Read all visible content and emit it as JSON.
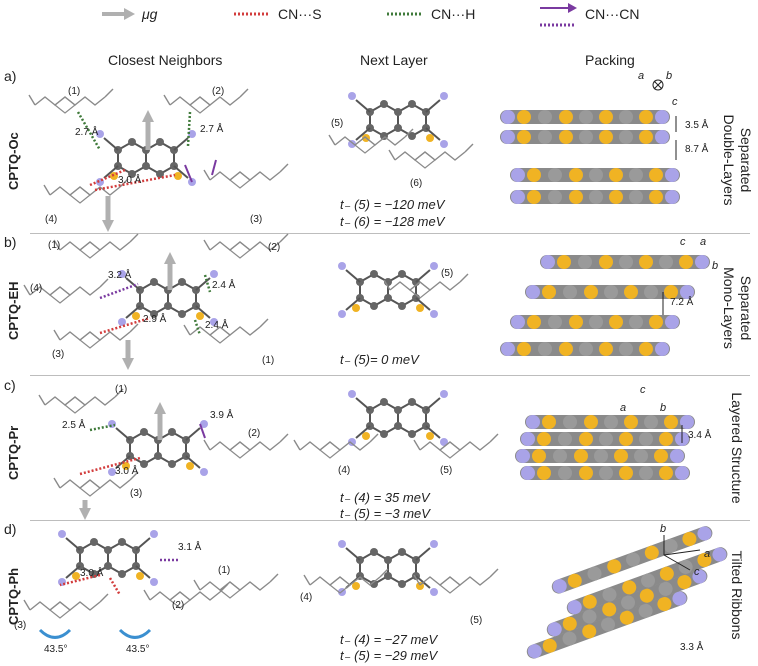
{
  "legend": {
    "mu_label": "μg",
    "cns_label": "CN···S",
    "cnh_label": "CN···H",
    "cncn_label": "CN···CN",
    "colors": {
      "mu": "#b0b0b0",
      "cns": "#d23c3c",
      "cnh": "#3f7a3a",
      "cncn": "#7a3aa0"
    }
  },
  "columns": {
    "closest": "Closest Neighbors",
    "next": "Next Layer",
    "packing": "Packing"
  },
  "panels": [
    {
      "letter": "a)",
      "name": "CPTQ-Oc",
      "packing_label": "Separated\nDouble-Layers",
      "t_values": [
        "t₋ (5) = −120 meV",
        "t₋ (6) = −128 meV"
      ],
      "distances": [
        "2.7 Å",
        "2.7 Å",
        "3.0 Å",
        "3.5 Å",
        "8.7 Å"
      ],
      "neighbors": [
        "(1)",
        "(2)",
        "(3)",
        "(4)",
        "(5)",
        "(6)"
      ]
    },
    {
      "letter": "b)",
      "name": "CPTQ-EH",
      "packing_label": "Separated\nMono-Layers",
      "t_values": [
        "t₋ (5)= 0 meV"
      ],
      "distances": [
        "3.2 Å",
        "2.4 Å",
        "2.9 Å",
        "2.4 Å",
        "7.2 Å"
      ],
      "neighbors": [
        "(1)",
        "(2)",
        "(3)",
        "(4)",
        "(5)",
        "(1)"
      ]
    },
    {
      "letter": "c)",
      "name": "CPTQ-Pr",
      "packing_label": "Layered Structure",
      "t_values": [
        "t₋ (4) = 35 meV",
        "t₋ (5) = −3 meV"
      ],
      "distances": [
        "2.5 Å",
        "3.9 Å",
        "3.0 Å",
        "3.4 Å"
      ],
      "neighbors": [
        "(1)",
        "(2)",
        "(3)",
        "(4)",
        "(5)"
      ]
    },
    {
      "letter": "d)",
      "name": "CPTQ-Ph",
      "packing_label": "Tilted Ribbons",
      "t_values": [
        "t₋ (4) = −27 meV",
        "t₋ (5) = −29 meV"
      ],
      "distances": [
        "3.1 Å",
        "3.0 Å",
        "3.3 Å"
      ],
      "angles": [
        "43.5°",
        "43.5°"
      ],
      "neighbors": [
        "(1)",
        "(2)",
        "(3)",
        "(4)",
        "(5)"
      ]
    }
  ],
  "axes": {
    "a": "a",
    "b": "b",
    "c": "c"
  }
}
